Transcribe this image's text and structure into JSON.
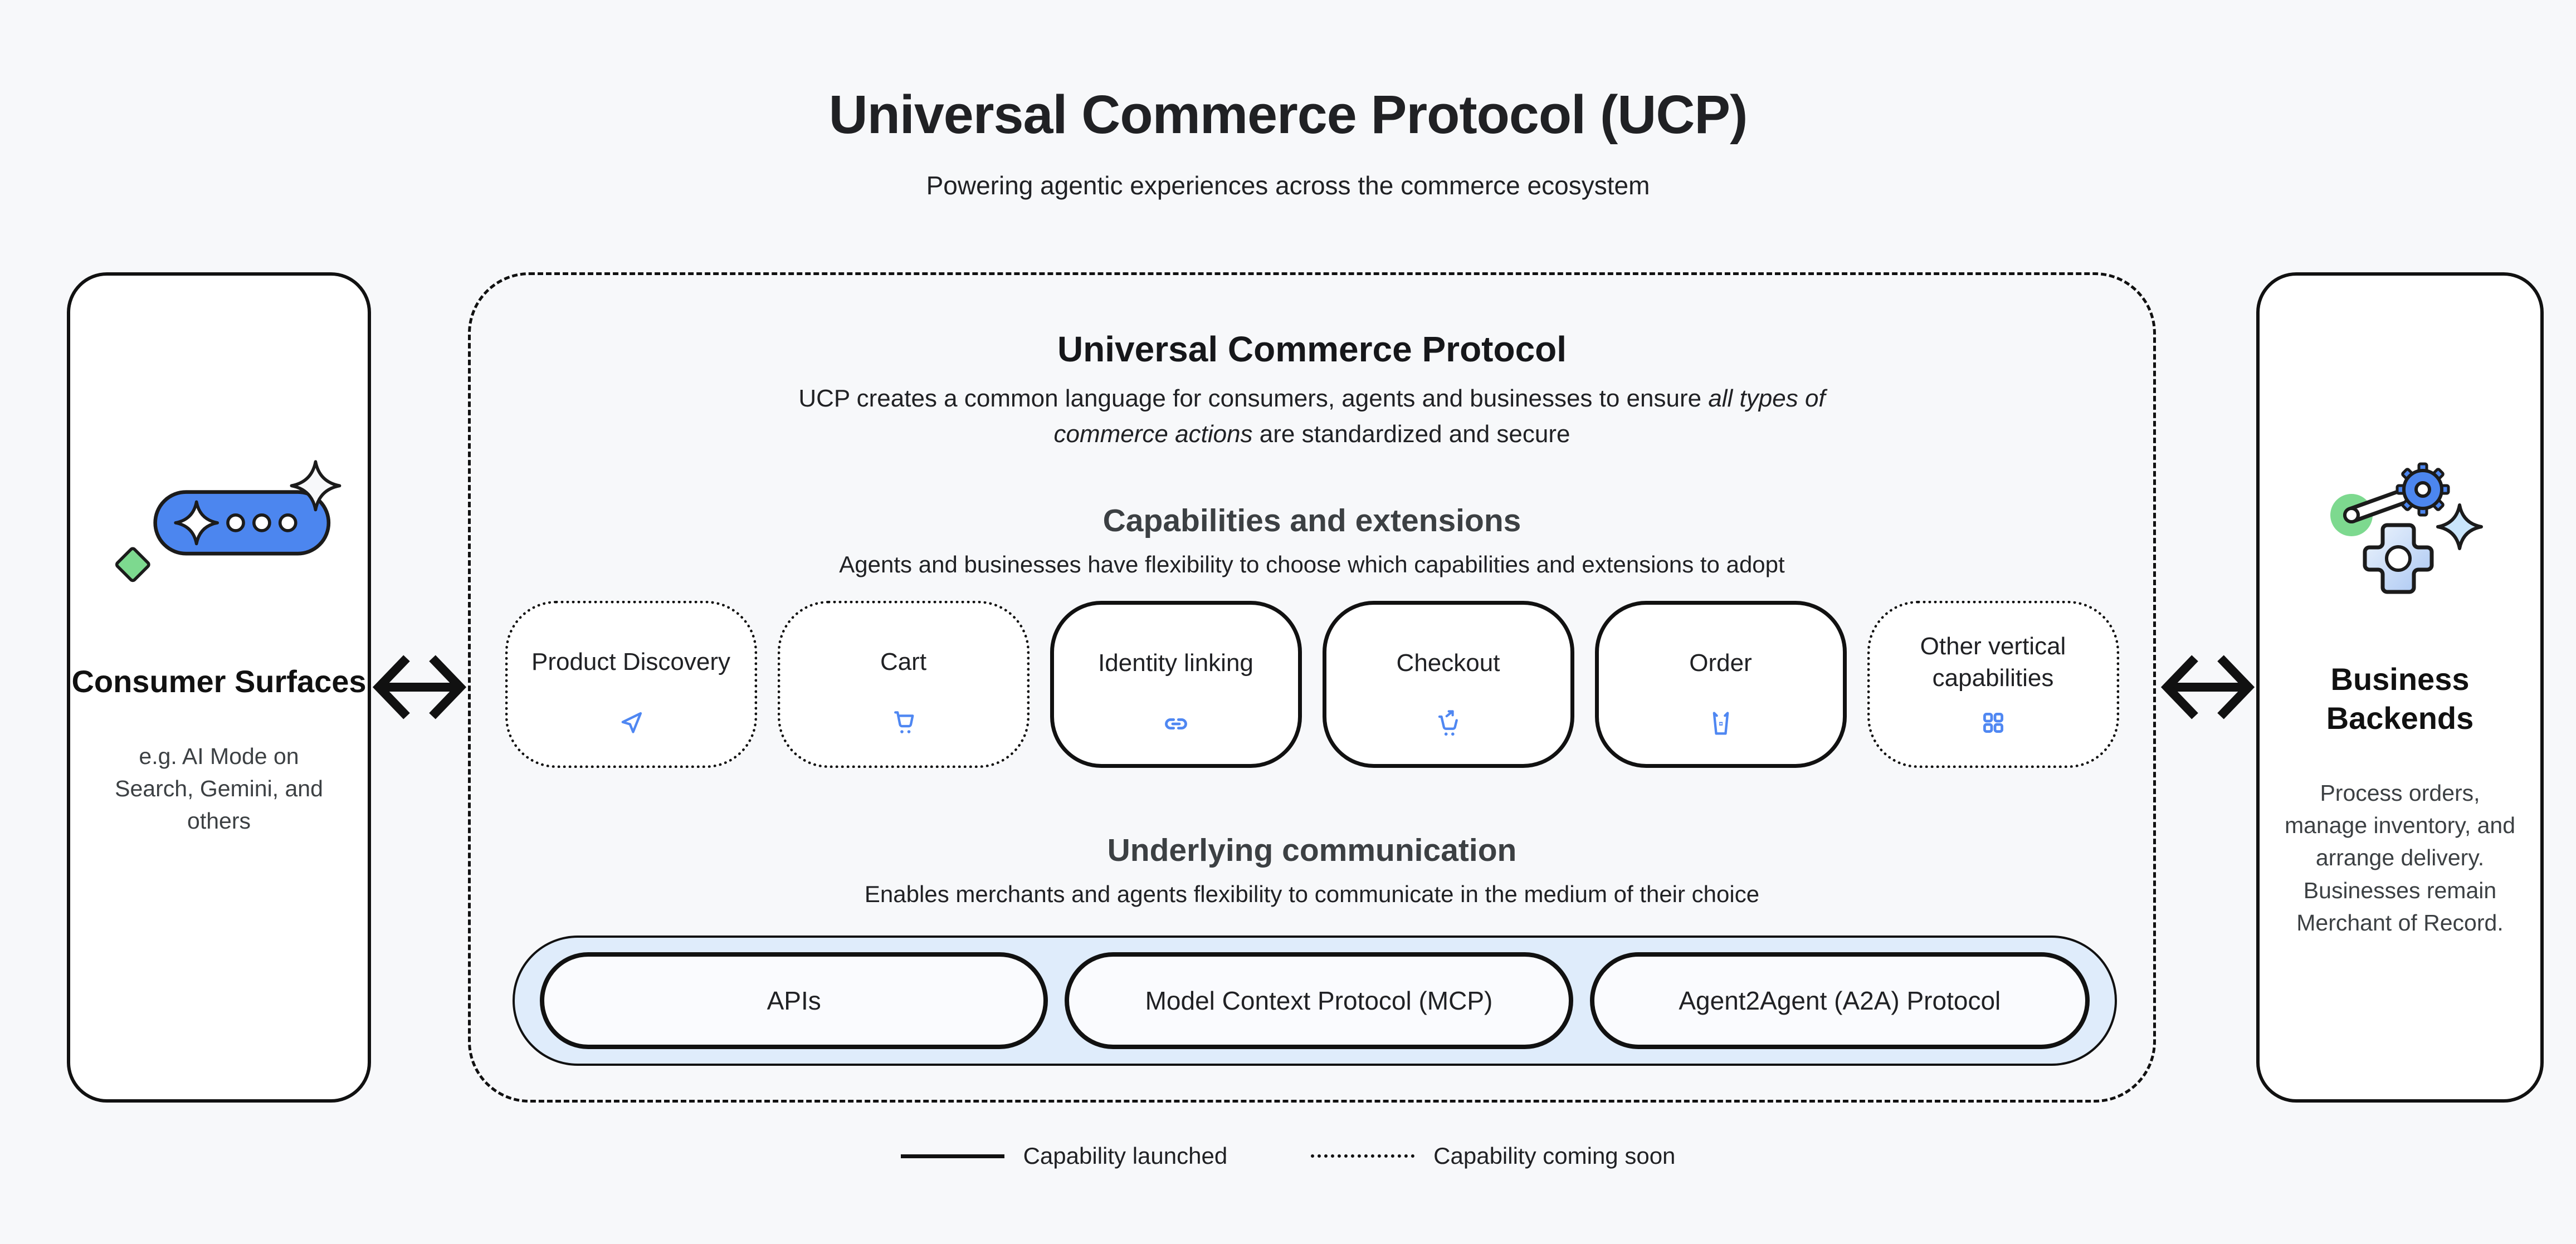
{
  "page": {
    "title": "Universal Commerce Protocol (UCP)",
    "subtitle": "Powering agentic experiences across the commerce ecosystem"
  },
  "consumer_surfaces": {
    "title": "Consumer Surfaces",
    "description": "e.g. AI Mode on Search, Gemini, and others",
    "icon": "ai-chat-pill-sparkles-icon"
  },
  "business_backends": {
    "title": "Business Backends",
    "description": "Process orders, manage inventory, and arrange delivery. Businesses remain Merchant of Record.",
    "icon": "gears-wrench-sparkle-icon"
  },
  "ucp": {
    "title": "Universal Commerce Protocol",
    "description_prefix": "UCP creates a common language for consumers, agents and businesses to ensure ",
    "description_italic": "all types of commerce actions",
    "description_suffix": " are standardized and secure",
    "capabilities": {
      "title": "Capabilities and extensions",
      "subtitle": "Agents and businesses have flexibility to choose which capabilities and extensions to adopt",
      "items": [
        {
          "label": "Product Discovery",
          "status": "coming-soon",
          "icon": "send-icon"
        },
        {
          "label": "Cart",
          "status": "coming-soon",
          "icon": "cart-icon"
        },
        {
          "label": "Identity linking",
          "status": "launched",
          "icon": "link-icon"
        },
        {
          "label": "Checkout",
          "status": "launched",
          "icon": "cart-checkout-icon"
        },
        {
          "label": "Order",
          "status": "launched",
          "icon": "order-icon"
        },
        {
          "label": "Other vertical capabilities",
          "status": "coming-soon",
          "icon": "grid-icon"
        }
      ]
    },
    "communication": {
      "title": "Underlying communication",
      "subtitle": "Enables merchants and agents flexibility to communicate in the medium of their choice",
      "protocols": [
        "APIs",
        "Model Context Protocol (MCP)",
        "Agent2Agent (A2A) Protocol"
      ]
    }
  },
  "legend": {
    "launched": "Capability launched",
    "coming_soon": "Capability coming soon"
  },
  "colors": {
    "page_background": "#f7f8fa",
    "ink": "#111111",
    "accent_blue": "#4c86ef",
    "icon_blue": "#4f87f2",
    "light_blue_panel": "#dfecfb",
    "green": "#7dd98f",
    "sparkle_blue": "#c9e5fb"
  }
}
